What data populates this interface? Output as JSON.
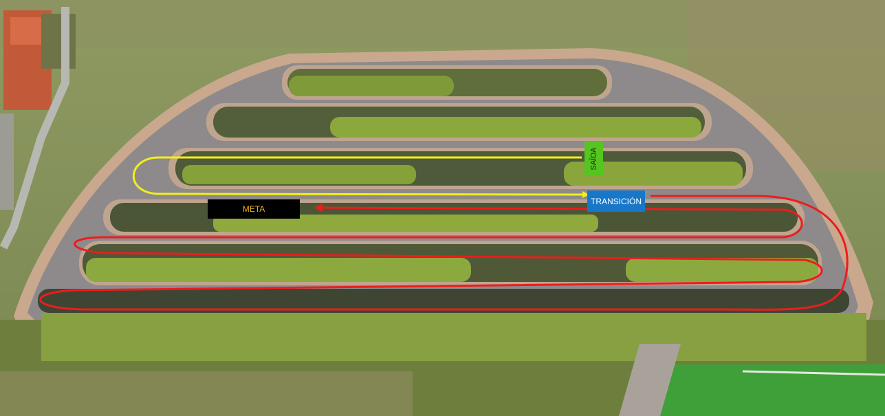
{
  "labels": {
    "meta": "META",
    "transicion": "TRANSICIÓN",
    "saida": "SAÍDA"
  },
  "colors": {
    "meta_bg": "#000000",
    "meta_text": "#e8b21f",
    "transicion_bg": "#1877c8",
    "transicion_text": "#ffffff",
    "saida_bg": "#55c51f",
    "saida_text": "#1a1a1a",
    "route_run": "#f4ee1a",
    "route_bike": "#ee1c1c"
  }
}
